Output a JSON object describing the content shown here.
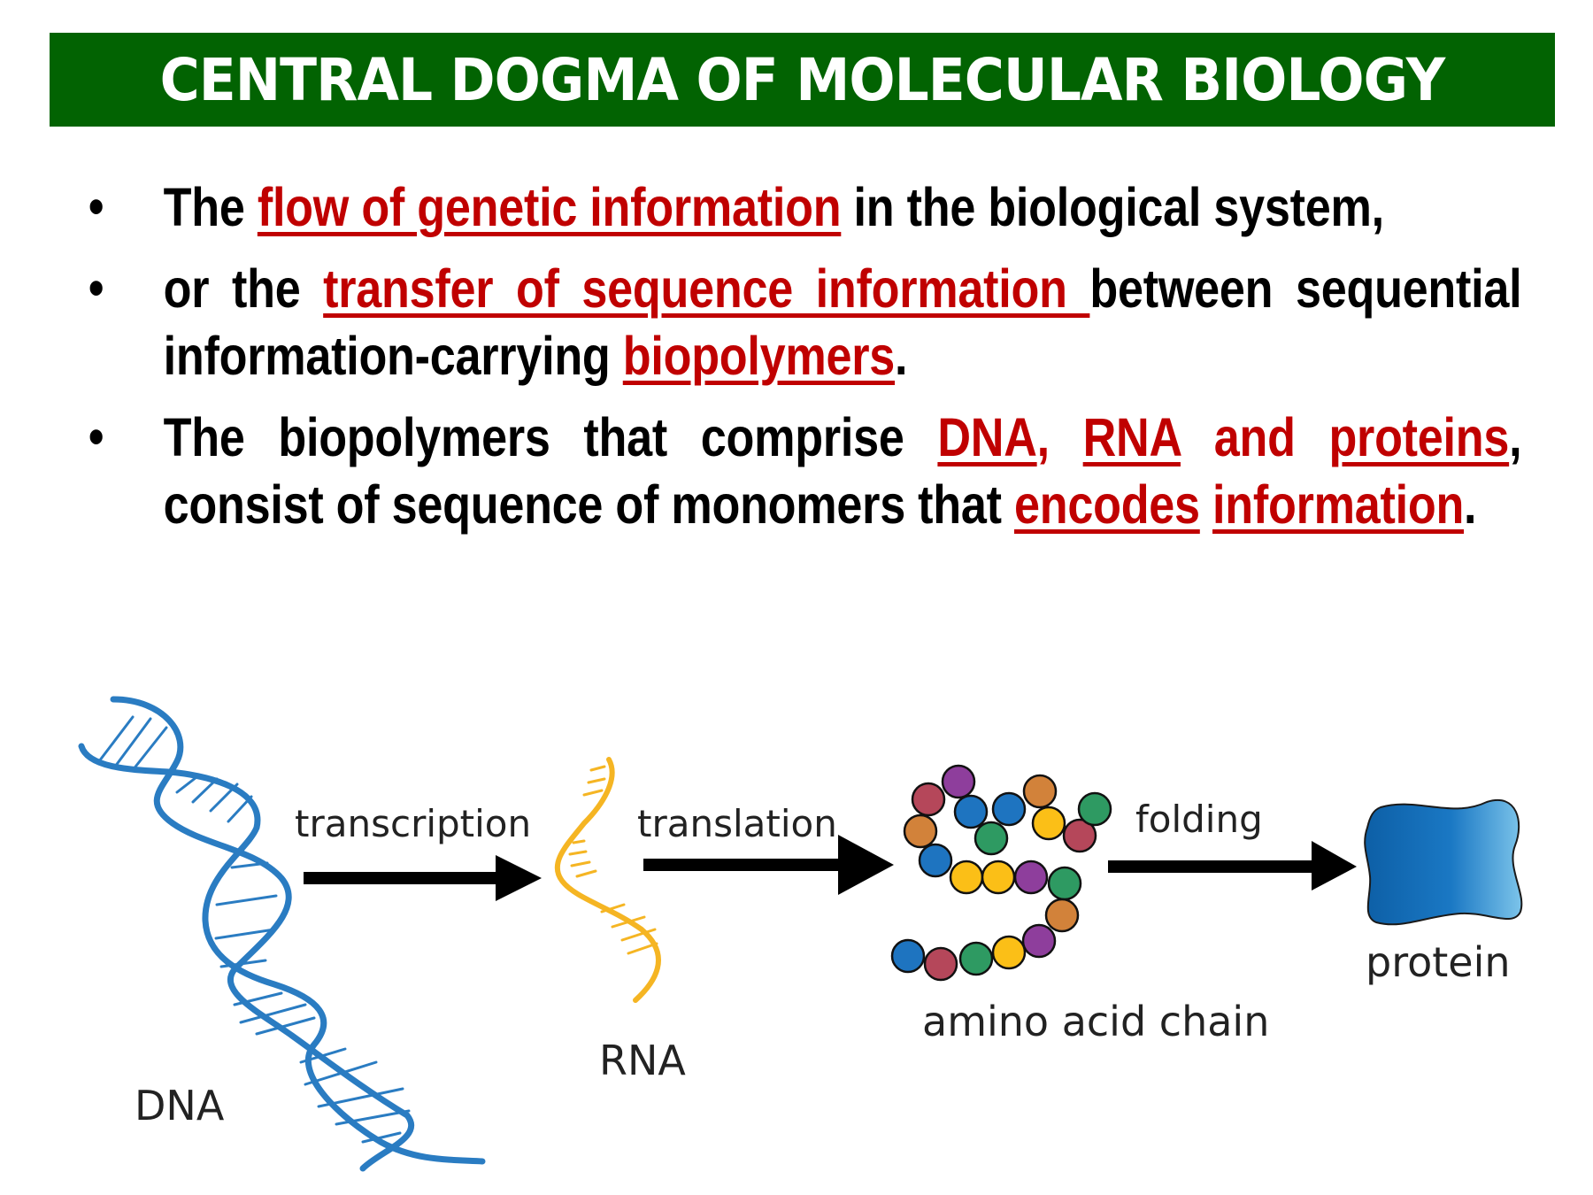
{
  "title": "CENTRAL DOGMA OF MOLECULAR BIOLOGY",
  "bullets": [
    {
      "segments": [
        {
          "text": "The ",
          "style": "plain"
        },
        {
          "text": "flow of genetic information",
          "style": "underline-red"
        },
        {
          "text": " in the biological system,",
          "style": "plain"
        }
      ]
    },
    {
      "segments": [
        {
          "text": "or the ",
          "style": "plain"
        },
        {
          "text": "transfer of sequence information ",
          "style": "underline-red"
        },
        {
          "text": "between sequential information-carrying ",
          "style": "plain"
        },
        {
          "text": "biopolymers",
          "style": "underline-red"
        },
        {
          "text": ".",
          "style": "plain"
        }
      ]
    },
    {
      "segments": [
        {
          "text": "The biopolymers that comprise ",
          "style": "plain"
        },
        {
          "text": "DNA",
          "style": "underline-red"
        },
        {
          "text": ", ",
          "style": "red"
        },
        {
          "text": "RNA",
          "style": "underline-red"
        },
        {
          "text": " and ",
          "style": "red"
        },
        {
          "text": "proteins",
          "style": "underline-red"
        },
        {
          "text": ", consist of sequence of monomers that ",
          "style": "plain"
        },
        {
          "text": "encodes",
          "style": "underline-red"
        },
        {
          "text": " ",
          "style": "plain"
        },
        {
          "text": "information",
          "style": "underline-red"
        },
        {
          "text": ".",
          "style": "plain"
        }
      ]
    }
  ],
  "diagram": {
    "stages": {
      "dna": "DNA",
      "rna": "RNA",
      "amino_acid_chain": "amino acid chain",
      "protein": "protein"
    },
    "processes": {
      "transcription": "transcription",
      "translation": "translation",
      "folding": "folding"
    },
    "bead_colors": [
      "red",
      "purple",
      "blue",
      "green",
      "blue",
      "orange",
      "yellow",
      "red",
      "green",
      "orange",
      "blue",
      "yellow",
      "yellow",
      "purple",
      "green",
      "orange",
      "purple",
      "yellow",
      "green",
      "red",
      "blue"
    ],
    "palette": {
      "red": "#b5475a",
      "purple": "#8e3e9c",
      "blue": "#1e74c0",
      "green": "#2e9a62",
      "orange": "#d2823a",
      "yellow": "#fbbf17",
      "dna": "#2a7cc2",
      "rna": "#f5b523",
      "title_bg": "#026302",
      "highlight": "#c00000"
    }
  }
}
